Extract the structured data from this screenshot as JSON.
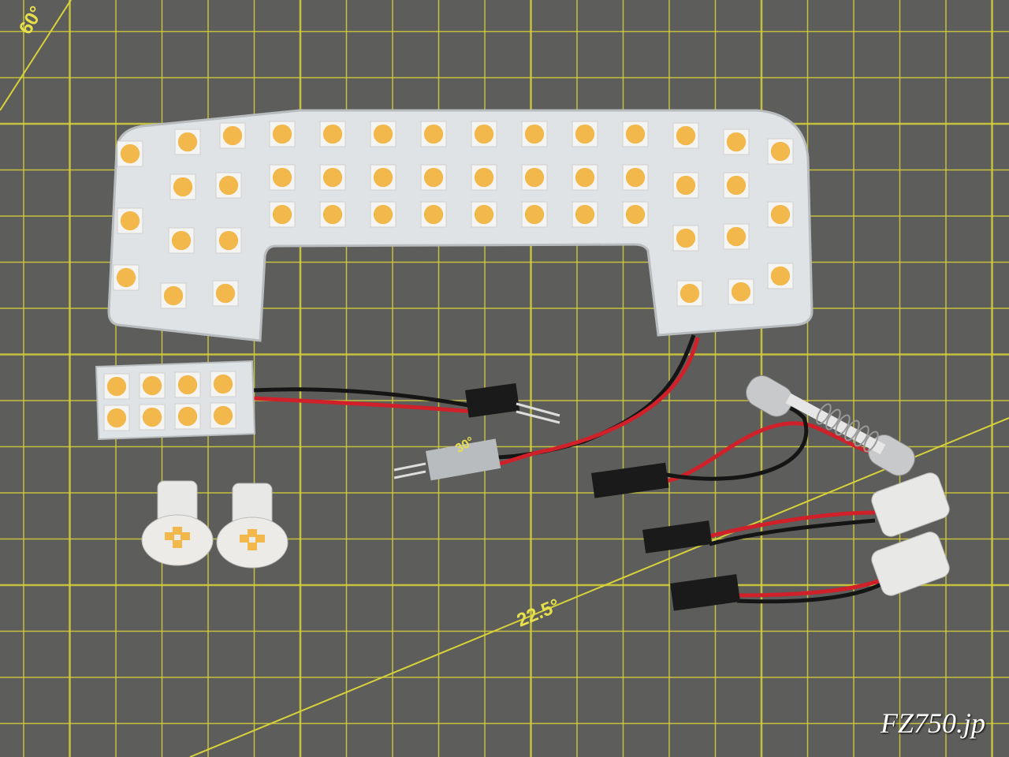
{
  "mat": {
    "angle_60": "60°",
    "angle_30": "30°",
    "angle_22_5": "22.5°"
  },
  "watermark": "FZ750.jp",
  "colors": {
    "mat": "#5d5d5b",
    "grid": "#d8d23a",
    "board": "#dfe3e6",
    "led": "#f2b84b",
    "wire_red": "#d0202a",
    "wire_black": "#151515"
  }
}
